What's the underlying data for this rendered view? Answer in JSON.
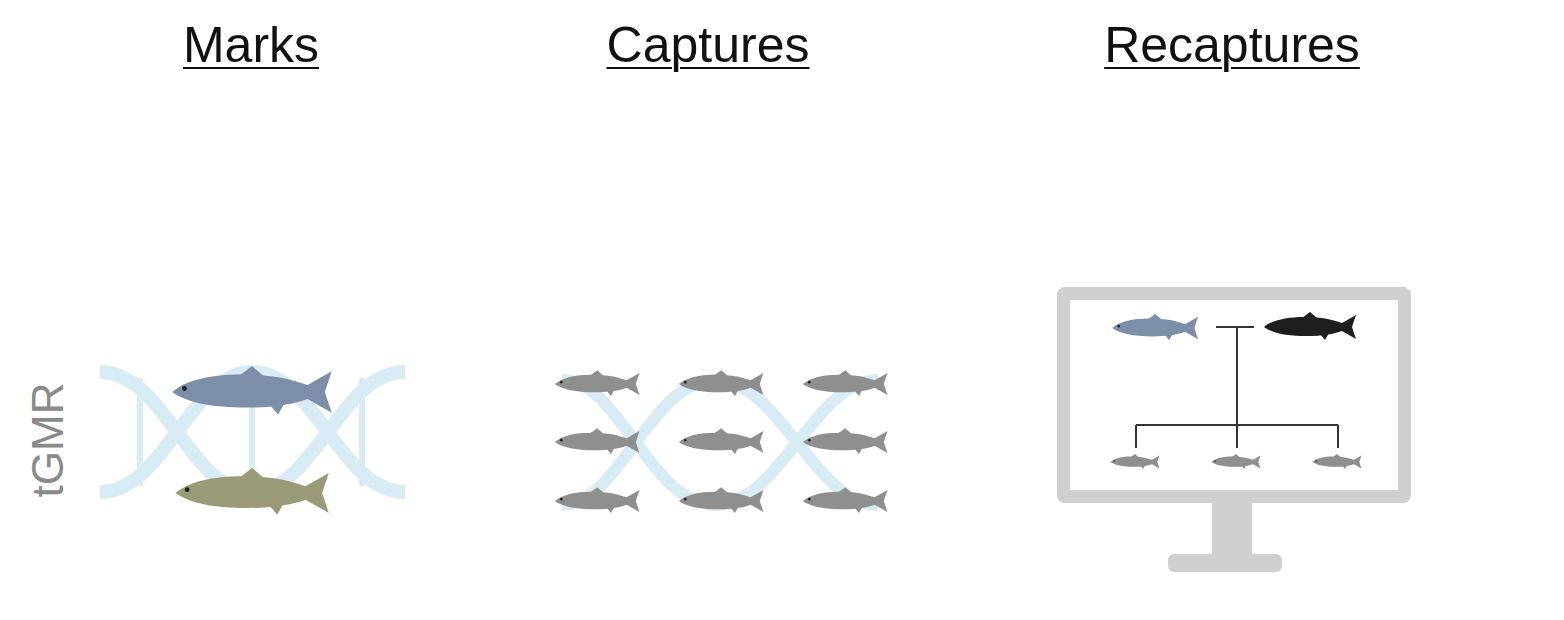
{
  "diagram": {
    "labels": [
      "Marks",
      "Captures",
      "Recaptures",
      "tGMR"
    ]
  }
}
